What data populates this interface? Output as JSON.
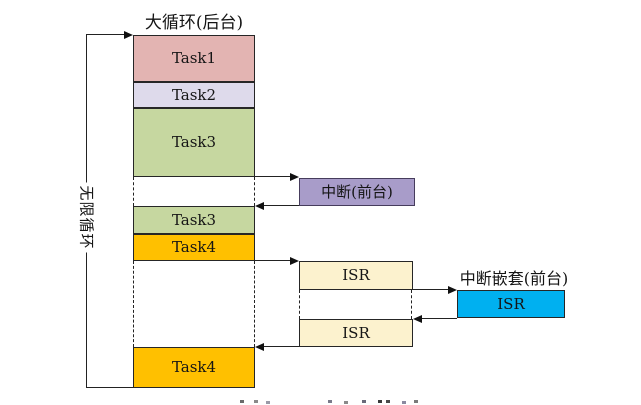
{
  "labels": {
    "title": "大循环(后台)",
    "infinite_loop": "无限循环",
    "nested_interrupt": "中断嵌套(前台)"
  },
  "blocks": {
    "task1": {
      "label": "Task1",
      "color": "#E3B4B2"
    },
    "task2": {
      "label": "Task2",
      "color": "#DEDAEB"
    },
    "task3a": {
      "label": "Task3",
      "color": "#C6D7A0"
    },
    "task3b": {
      "label": "Task3",
      "color": "#C6D7A0"
    },
    "task4a": {
      "label": "Task4",
      "color": "#FFC000"
    },
    "task4b": {
      "label": "Task4",
      "color": "#FFC000"
    },
    "interrupt": {
      "label": "中断(前台)",
      "color": "#A89CC9"
    },
    "isr1": {
      "label": "ISR",
      "color": "#FCF2CE"
    },
    "isr2": {
      "label": "ISR",
      "color": "#FCF2CE"
    },
    "isr_nested": {
      "label": "ISR",
      "color": "#00B0F0"
    }
  },
  "colors": {
    "line": "#222222",
    "interrupt_border": "#463C5C",
    "task4_orange": "#FFC000",
    "nested_isr_blue": "#00B0F0"
  }
}
